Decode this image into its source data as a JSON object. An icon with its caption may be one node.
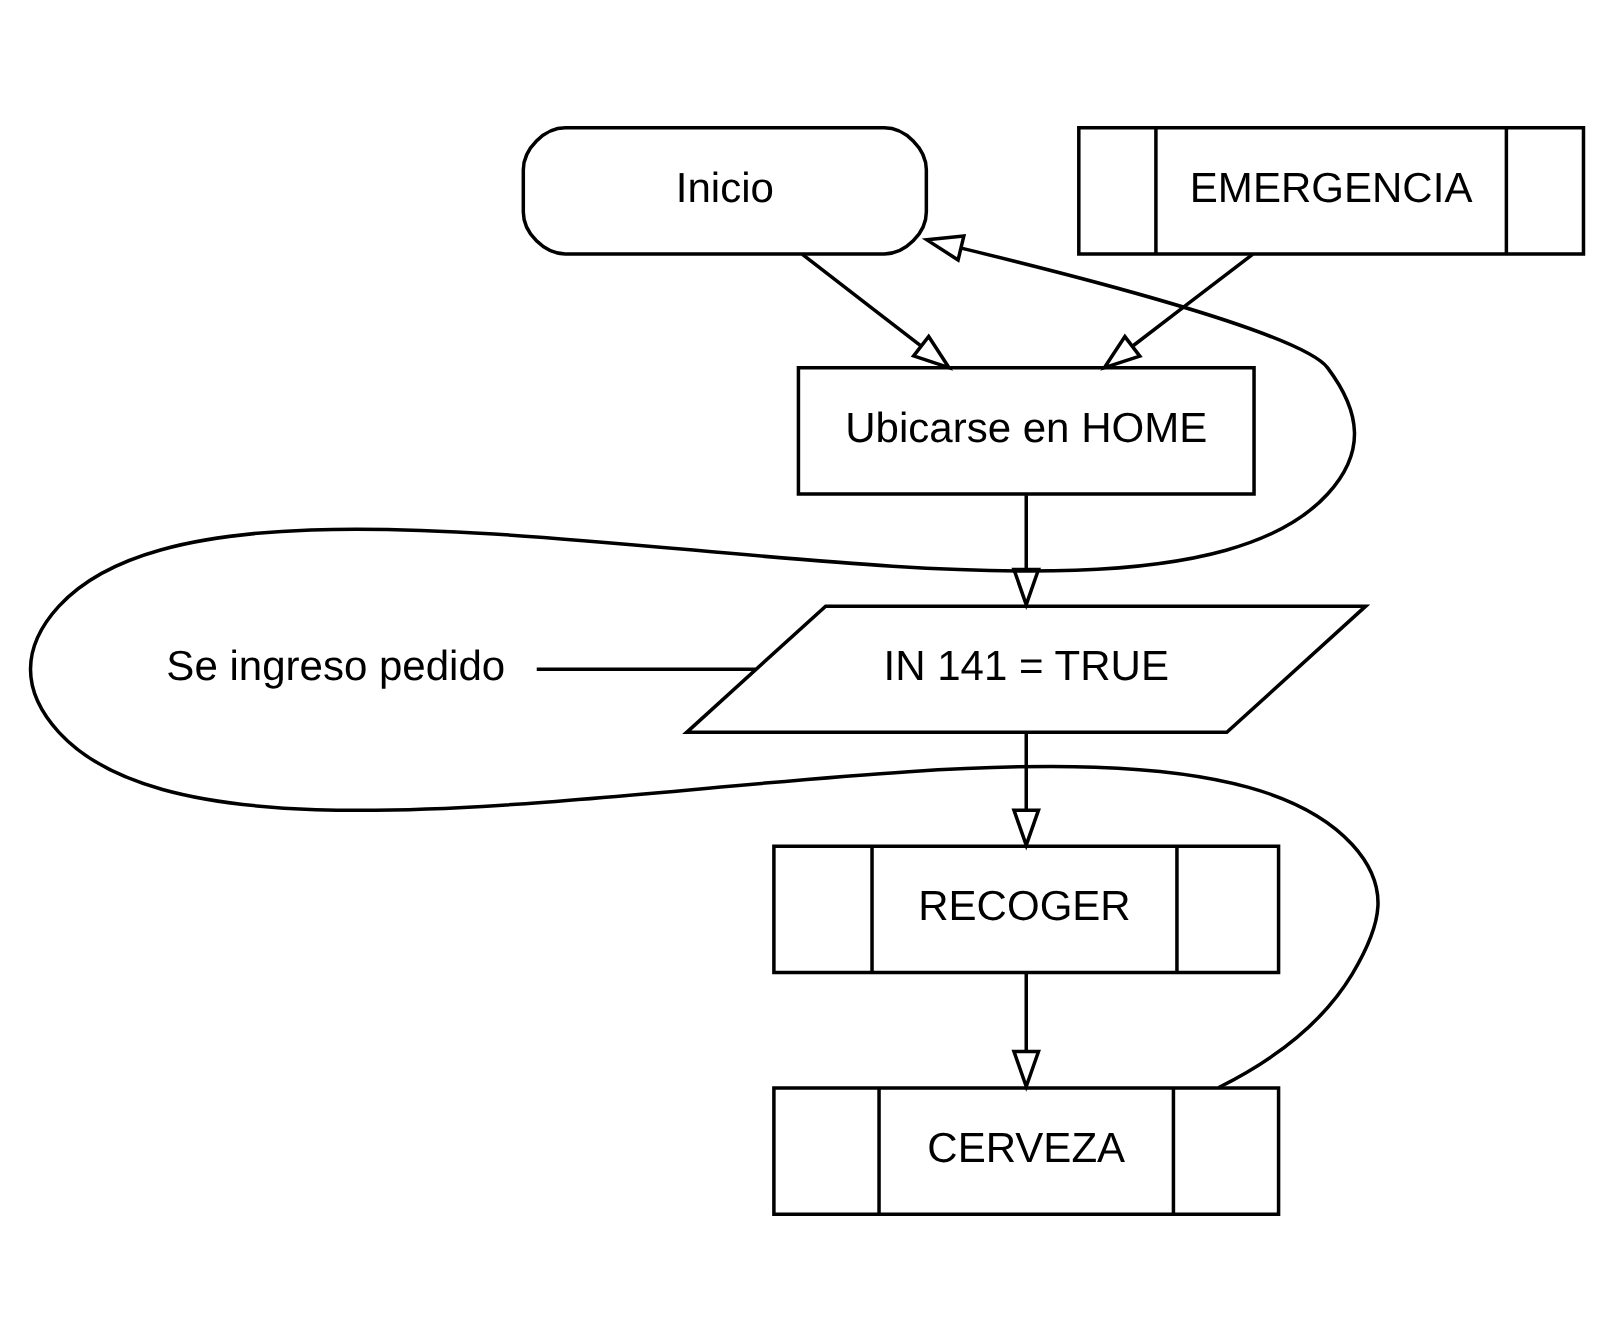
{
  "diagram": {
    "nodes": [
      {
        "text": [
          "Inicio"
        ]
      },
      {
        "text": [
          "EMERGENCIA"
        ]
      },
      {
        "text": [
          "Ubicarse en HOME"
        ]
      },
      {
        "text": [
          "IN 141 = TRUE"
        ]
      },
      {
        "text": [
          "Se ingreso pedido"
        ]
      },
      {
        "text": [
          "RECOGER"
        ]
      },
      {
        "text": [
          "CERVEZA"
        ]
      }
    ],
    "edges": [
      {
        "from": 0,
        "to": 2,
        "arrow": "to"
      },
      {
        "from": 1,
        "to": 2,
        "arrow": "to"
      },
      {
        "from": 2,
        "to": 3,
        "arrow": "to"
      },
      {
        "from": 4,
        "to": 3,
        "arrow": "none"
      },
      {
        "from": 3,
        "to": 5,
        "arrow": "to"
      },
      {
        "from": 5,
        "to": 6,
        "arrow": "to"
      },
      {
        "from": 6,
        "to": 0,
        "arrow": "to"
      }
    ]
  }
}
